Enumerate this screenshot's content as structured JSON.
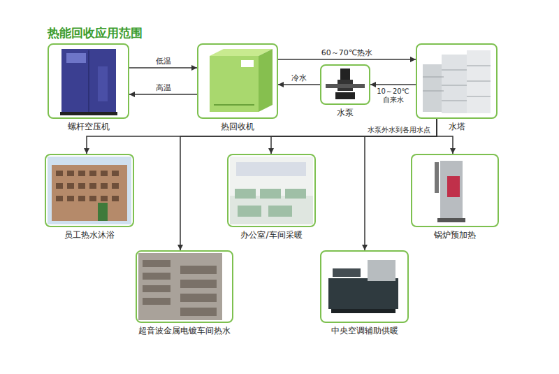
{
  "diagram": {
    "title": "热能回收应用范围",
    "nodes": [
      {
        "text": [
          "螺杆空压机"
        ]
      },
      {
        "text": [
          "热回收机"
        ]
      },
      {
        "text": [
          "水泵"
        ]
      },
      {
        "text": [
          "水塔"
        ]
      },
      {
        "text": [
          "员工热水沐浴"
        ]
      },
      {
        "text": [
          "办公室/车间采暖"
        ]
      },
      {
        "text": [
          "锅炉预加热"
        ]
      },
      {
        "text": [
          "超音波金属电镀车间热水"
        ]
      },
      {
        "text": [
          "中央空调辅助供暖"
        ]
      }
    ],
    "edges": [
      {
        "from": 0,
        "to": 1,
        "label": "低温",
        "arrow": "to"
      },
      {
        "from": 1,
        "to": 0,
        "label": "高温",
        "arrow": "to"
      },
      {
        "from": 1,
        "to": 3,
        "label": "60～70℃热水",
        "arrow": "to"
      },
      {
        "from": 3,
        "to": 2,
        "label": "10～20℃ 自来水",
        "arrow": "to"
      },
      {
        "from": 2,
        "to": 1,
        "label": "冷水",
        "arrow": "to"
      },
      {
        "from": 3,
        "to": 4,
        "arrow": "to"
      },
      {
        "from": 3,
        "to": 5,
        "arrow": "to"
      },
      {
        "from": 3,
        "to": 6,
        "arrow": "to"
      },
      {
        "from": 3,
        "to": 7,
        "arrow": "to"
      },
      {
        "from": 3,
        "to": 8,
        "arrow": "to"
      }
    ],
    "labels": [
      "水泵外水到各用水点"
    ]
  }
}
